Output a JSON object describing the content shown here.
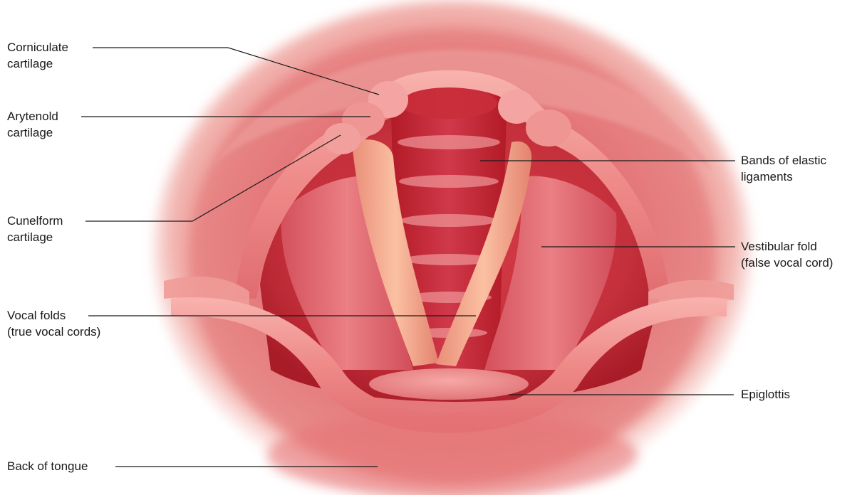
{
  "labels": {
    "corniculate": [
      "Corniculate",
      "cartilage"
    ],
    "arytenoid": [
      "Arytenold",
      "cartilage"
    ],
    "cuneiform": [
      "Cunelform",
      "cartilage"
    ],
    "vocal_folds": [
      "Vocal folds",
      "(true vocal cords)"
    ],
    "back_of_tongue": [
      "Back of tongue"
    ],
    "elastic_bands": [
      "Bands of elastic",
      "ligaments"
    ],
    "vestibular_fold": [
      "Vestibular fold",
      "(false vocal cord)"
    ],
    "epiglottis": [
      "Epiglottis"
    ]
  },
  "colors": {
    "outer_tissue": "#e98c8c",
    "rim": "#f4a09e",
    "deep_tissue": "#c9303c",
    "cavity": "#b81f2c",
    "ligament": "#f4a789",
    "leader_line": "#1a1a1a"
  }
}
